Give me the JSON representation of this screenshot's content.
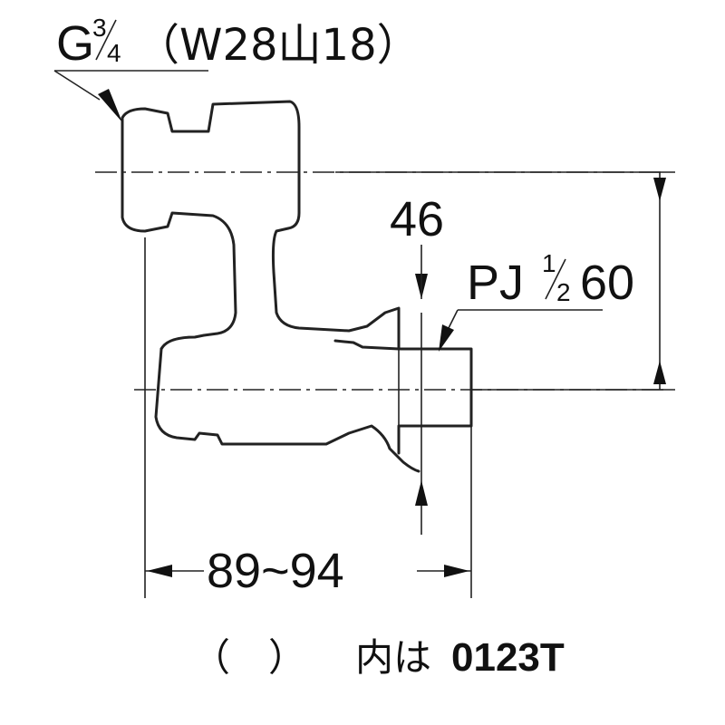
{
  "labels": {
    "thread_g": "G",
    "thread_frac_top": "3",
    "thread_frac_bottom": "4",
    "thread_w": "（W28山18）",
    "dim_46": "46",
    "pj": "PJ",
    "pj_frac_top": "1",
    "pj_frac_bottom": "2",
    "dim_60": "60",
    "dim_89_94": "89~94",
    "note_paren": "（　）",
    "note_text": "内は",
    "note_model": "0123T"
  }
}
